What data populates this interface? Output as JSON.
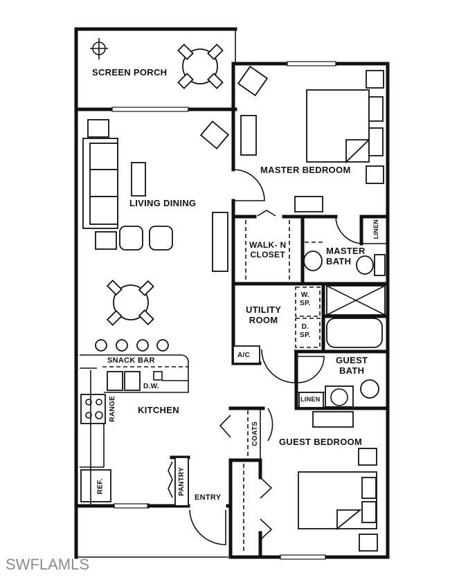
{
  "diagram": {
    "type": "floor plan",
    "rooms": {
      "screen_porch": "SCREEN PORCH",
      "master_bedroom": "MASTER BEDROOM",
      "living_dining": "LIVING DINING",
      "walk_in_closet_line1": "WALK- N",
      "walk_in_closet_line2": "CLOSET",
      "master_bath_line1": "MASTER",
      "master_bath_line2": "BATH",
      "master_linen": "LINEN",
      "utility_room_line1": "UTILITY",
      "utility_room_line2": "ROOM",
      "washer_line1": "W.",
      "washer_line2": "SP.",
      "dryer_line1": "D.",
      "dryer_line2": "SP.",
      "ac": "A/C",
      "guest_bath_line1": "GUEST",
      "guest_bath_line2": "BATH",
      "guest_linen": "LINEN",
      "snack_bar": "SNACK BAR",
      "dishwasher": "D.W.",
      "range": "RANGE",
      "kitchen": "KITCHEN",
      "coats": "COATS",
      "guest_bedroom": "GUEST BEDROOM",
      "refrigerator": "REF.",
      "pantry": "PANTRY",
      "entry": "ENTRY"
    }
  },
  "watermark": "SWFLAMLS"
}
